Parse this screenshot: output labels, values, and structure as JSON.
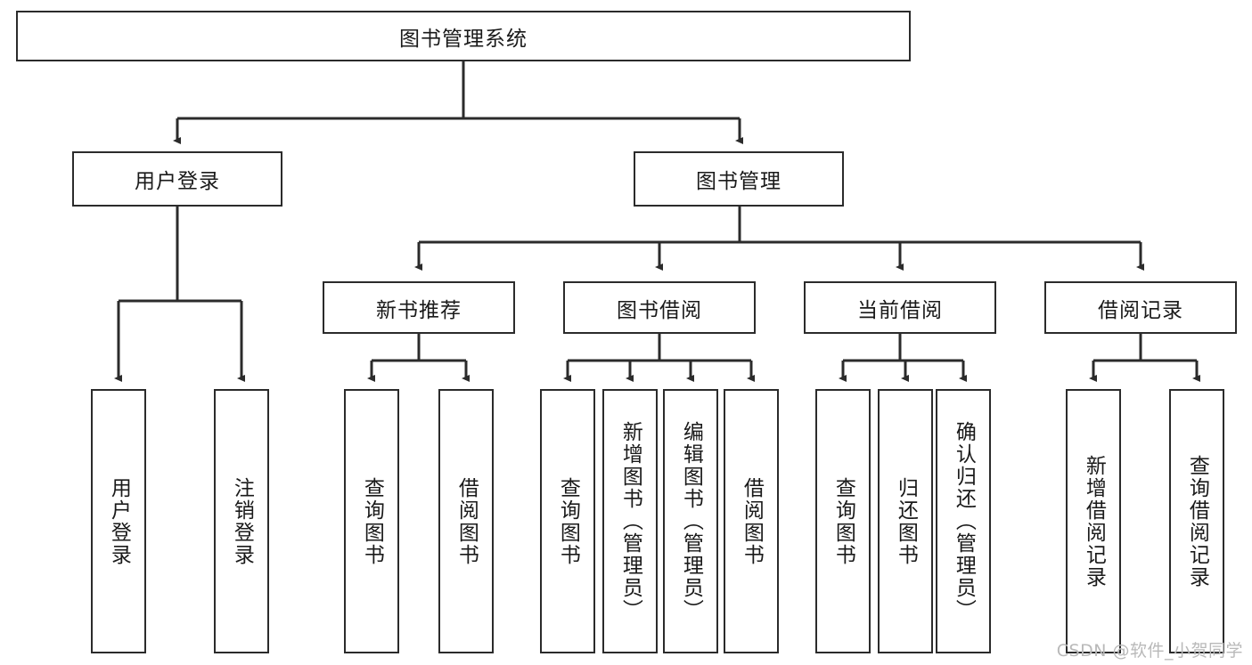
{
  "diagram": {
    "title_node": {
      "label": "图书管理系统"
    },
    "level2": [
      {
        "id": "user-login",
        "label": "用户登录"
      },
      {
        "id": "book-management",
        "label": "图书管理"
      }
    ],
    "level3": [
      {
        "id": "new-book-recommend",
        "label": "新书推荐"
      },
      {
        "id": "book-borrow",
        "label": "图书借阅"
      },
      {
        "id": "current-borrow",
        "label": "当前借阅"
      },
      {
        "id": "borrow-record",
        "label": "借阅记录"
      }
    ],
    "leaves": [
      {
        "id": "user-login-leaf",
        "label": "用户登录"
      },
      {
        "id": "logout-leaf",
        "label": "注销登录"
      },
      {
        "id": "query-book-1",
        "label": "查询图书"
      },
      {
        "id": "borrow-book-1",
        "label": "借阅图书"
      },
      {
        "id": "query-book-2",
        "label": "查询图书"
      },
      {
        "id": "add-book-admin",
        "label": "新增图书（管理员）"
      },
      {
        "id": "edit-book-admin",
        "label": "编辑图书（管理员）"
      },
      {
        "id": "borrow-book-2",
        "label": "借阅图书"
      },
      {
        "id": "query-book-3",
        "label": "查询图书"
      },
      {
        "id": "return-book",
        "label": "归还图书"
      },
      {
        "id": "confirm-return-admin",
        "label": "确认归还（管理员）"
      },
      {
        "id": "add-borrow-record",
        "label": "新增借阅记录"
      },
      {
        "id": "query-borrow-record",
        "label": "查询借阅记录"
      }
    ],
    "watermark": "CSDN @软件_小贺同学",
    "colors": {
      "stroke": "#2b2b2b",
      "fill": "#ffffff",
      "text": "#1a1a1a",
      "watermark": "#b9b9b9"
    }
  }
}
